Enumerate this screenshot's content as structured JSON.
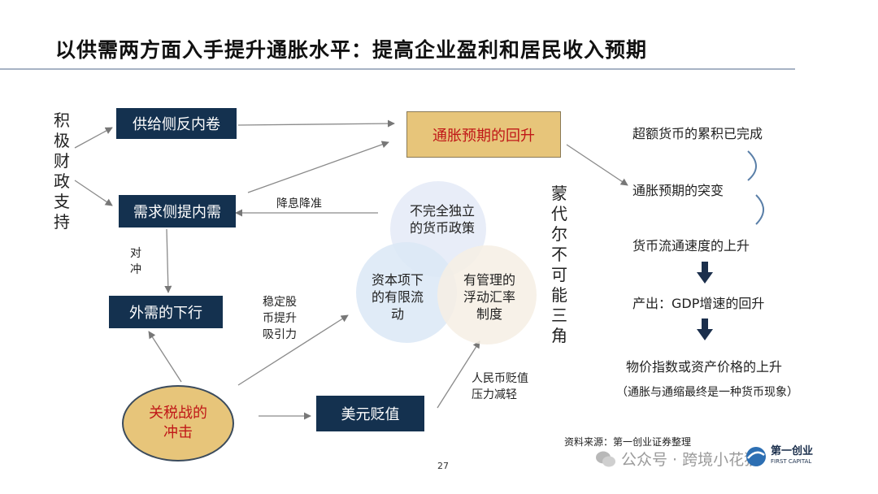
{
  "title": "以供需两方面入手提升通胀水平：提高企业盈利和居民收入预期",
  "left_vertical_label": "积极财政支持",
  "boxes": {
    "supply": "供给侧反内卷",
    "demand": "需求侧提内需",
    "external": "外需的下行",
    "usd": "美元贬值",
    "inflation": "通胀预期的回升",
    "tariff_line1": "关税战的",
    "tariff_line2": "冲击"
  },
  "edge_labels": {
    "rate_cut": "降息降准",
    "hedge_1": "对",
    "hedge_2": "冲",
    "stabilize_1": "稳定股",
    "stabilize_2": "币提升",
    "stabilize_3": "吸引力",
    "rmb_1": "人民币贬值",
    "rmb_2": "压力减轻"
  },
  "trilemma": {
    "top_1": "不完全独立",
    "top_2": "的货币政策",
    "left_1": "资本项下",
    "left_2": "的有限流",
    "left_3": "动",
    "right_1": "有管理的",
    "right_2": "浮动汇率",
    "right_3": "制度"
  },
  "mundell_label": "蒙代尔不可能三角",
  "right_chain": {
    "step1": "超额货币的累积已完成",
    "step2": "通胀预期的突变",
    "step3": "货币流通速度的上升",
    "step4": "产出：GDP增速的回升",
    "step5": "物价指数或资产价格的上升",
    "note": "（通胀与通缩最终是一种货币现象）"
  },
  "footer": {
    "source": "资料来源：第一创业证券整理",
    "page": "27",
    "watermark": "公众号 · 跨境小花猫",
    "logo_cn": "第一创业",
    "logo_en": "FIRST CAPITAL"
  },
  "colors": {
    "navy": "#14314f",
    "gold": "#e7c57a",
    "red_text": "#c01818",
    "circle_top": "#e4e9f6",
    "circle_left": "#dce9f6",
    "circle_right": "#f6f0e6"
  }
}
